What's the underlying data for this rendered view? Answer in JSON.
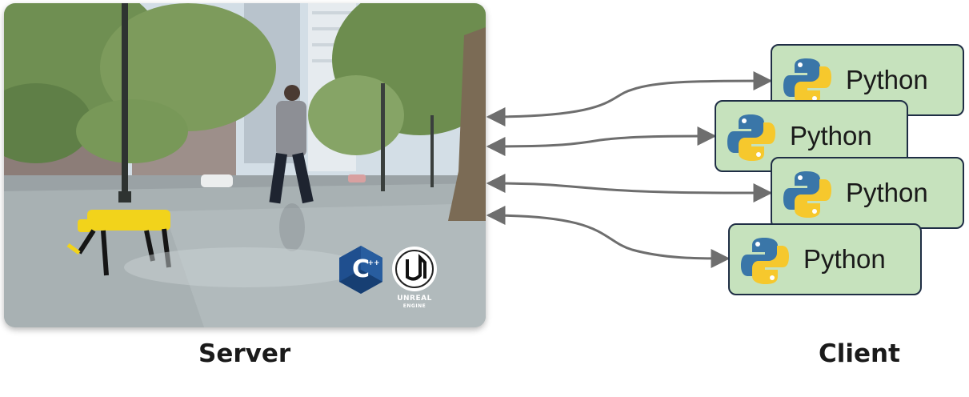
{
  "server": {
    "caption": "Server",
    "scene": {
      "logos": [
        "C++",
        "UNREAL ENGINE"
      ],
      "cpp_mark": "C",
      "cpp_plus": "++",
      "ue_line1": "UNREAL",
      "ue_line2": "ENGINE"
    }
  },
  "client": {
    "caption": "Client",
    "boxes": [
      {
        "label": "Python",
        "icon": "python-logo-icon"
      },
      {
        "label": "Python",
        "icon": "python-logo-icon"
      },
      {
        "label": "Python",
        "icon": "python-logo-icon"
      },
      {
        "label": "Python",
        "icon": "python-logo-icon"
      }
    ]
  },
  "colors": {
    "client_box_fill": "#c6e2bd",
    "client_box_border": "#1f2e45",
    "arrow": "#6e6e6e",
    "python_blue": "#3a76a8",
    "python_yellow": "#f6c82d"
  }
}
